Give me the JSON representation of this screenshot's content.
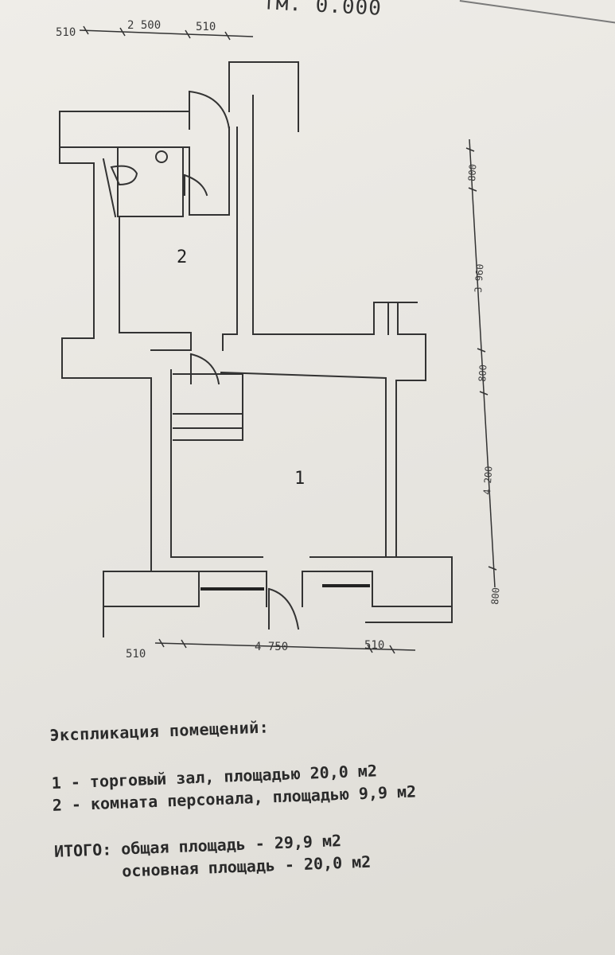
{
  "header": {
    "fragment": "тм. 0.000"
  },
  "dimensions": {
    "top": [
      "510",
      "2 500",
      "510"
    ],
    "bottom": [
      "510",
      "4 750",
      "510"
    ],
    "right": [
      "800",
      "3 960",
      "800",
      "4 200",
      "800"
    ]
  },
  "rooms": [
    {
      "number": "1"
    },
    {
      "number": "2"
    }
  ],
  "explication": {
    "title": "Экспликация помещений:",
    "items": [
      "1 - торговый зал, площадью 20,0 м2",
      "2 - комната персонала, площадью 9,9 м2"
    ],
    "totals": [
      "ИТОГО: общая площадь - 29,9 м2",
      "       основная площадь - 20,0 м2"
    ]
  }
}
